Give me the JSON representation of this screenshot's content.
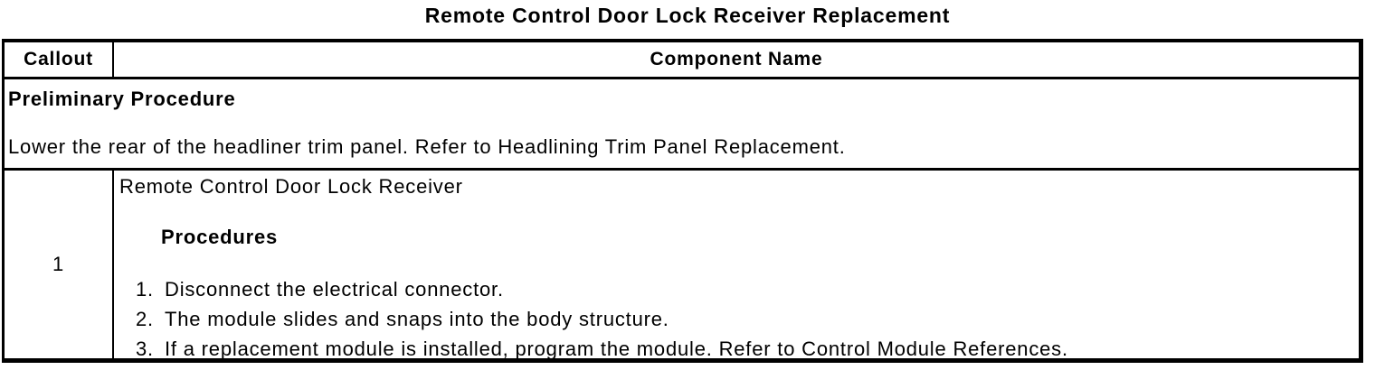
{
  "title": "Remote Control Door Lock Receiver Replacement",
  "table": {
    "header": {
      "callout": "Callout",
      "component_name": "Component Name"
    },
    "preliminary": {
      "heading": "Preliminary Procedure",
      "instruction": "Lower the rear of the headliner trim panel. Refer to Headlining Trim Panel Replacement."
    },
    "rows": [
      {
        "callout": "1",
        "component_name": "Remote Control Door Lock Receiver",
        "procedures_heading": "Procedures",
        "steps": [
          {
            "num": "1.",
            "text": "Disconnect the electrical connector."
          },
          {
            "num": "2.",
            "text": "The module slides and snaps into the body structure."
          },
          {
            "num": "3.",
            "text": "If a replacement module is installed, program the module. Refer to Control Module References."
          }
        ]
      }
    ]
  },
  "colors": {
    "text": "#000000",
    "border": "#000000",
    "background": "#ffffff"
  }
}
